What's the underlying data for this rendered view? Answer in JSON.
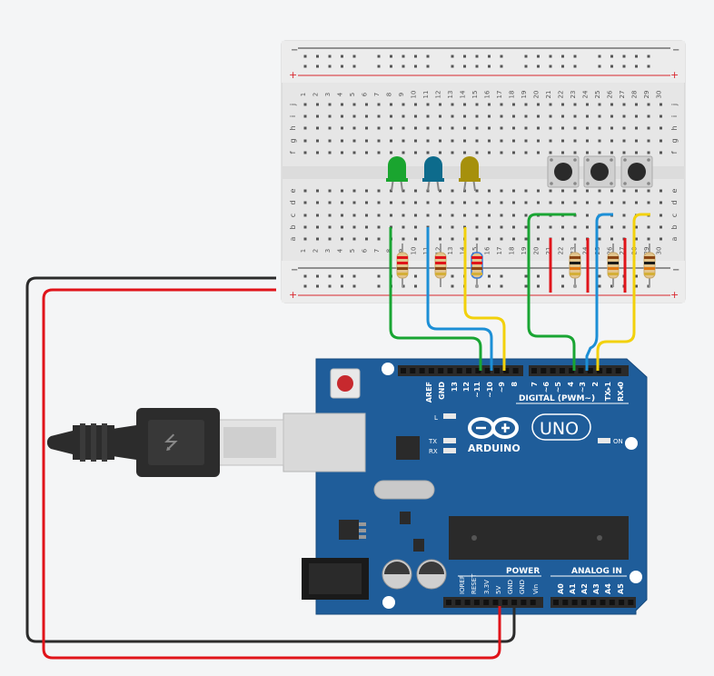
{
  "breadboard": {
    "rail_minus": "−",
    "rail_plus": "+",
    "row_labels_top": [
      "j",
      "i",
      "h",
      "g",
      "f"
    ],
    "row_labels_bottom": [
      "e",
      "d",
      "c",
      "b",
      "a"
    ],
    "column_numbers": [
      "1",
      "2",
      "3",
      "4",
      "5",
      "6",
      "7",
      "8",
      "9",
      "10",
      "11",
      "12",
      "13",
      "14",
      "15",
      "16",
      "17",
      "18",
      "19",
      "20",
      "21",
      "22",
      "23",
      "24",
      "25",
      "26",
      "27",
      "28",
      "29",
      "30"
    ],
    "leds": [
      {
        "color": "#1aa52f",
        "name": "green"
      },
      {
        "color": "#0d6b8c",
        "name": "blue"
      },
      {
        "color": "#a6900c",
        "name": "yellow"
      }
    ],
    "buttons": 3
  },
  "arduino": {
    "logo_text": "ARDUINO",
    "uno_label": "UNO",
    "digital_label": "DIGITAL (PWM~)",
    "digital_pins": [
      "AREF",
      "GND",
      "13",
      "12",
      "~11",
      "~10",
      "~9",
      "8",
      "7",
      "~6",
      "~5",
      "4",
      "~3",
      "2",
      "TX▸1",
      "RX◂0"
    ],
    "power_label": "POWER",
    "power_pins": [
      "IOREF",
      "RESET",
      "3.3V",
      "5V",
      "GND",
      "GND",
      "Vin"
    ],
    "analog_label": "ANALOG IN",
    "analog_pins": [
      "A0",
      "A1",
      "A2",
      "A3",
      "A4",
      "A5"
    ],
    "led_labels": [
      "L",
      "TX",
      "RX",
      "ON"
    ],
    "board_color": "#1f5d9a"
  },
  "wires": {
    "colors": {
      "green": "#19a533",
      "blue": "#1c8fd6",
      "yellow": "#f2d10c",
      "red": "#e0141a",
      "black": "#2b2b2b"
    }
  }
}
